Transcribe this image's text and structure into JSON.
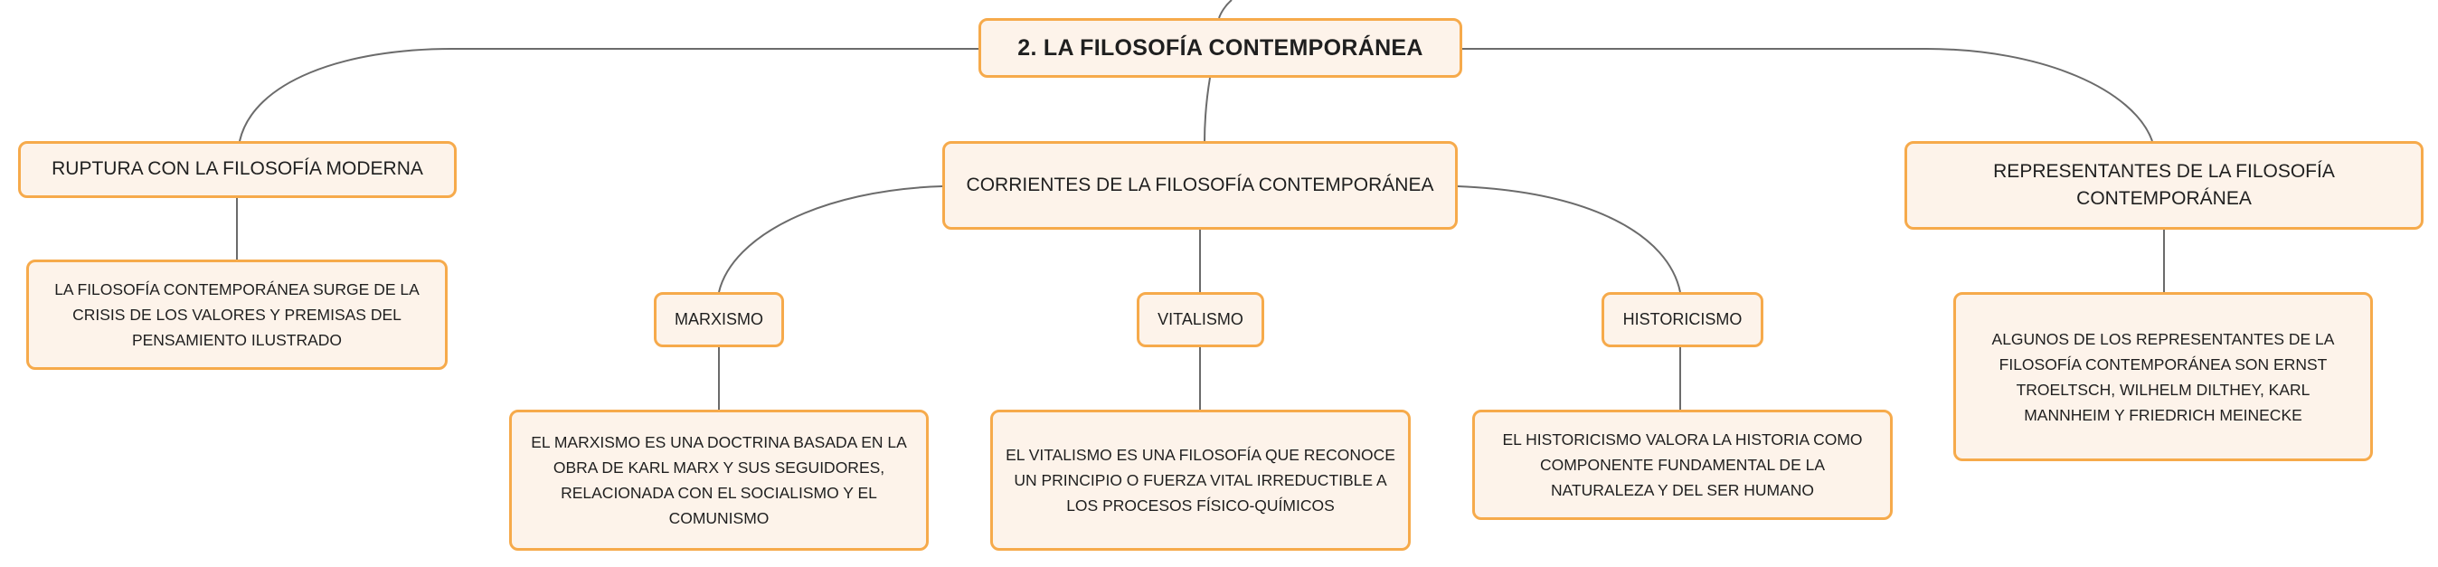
{
  "diagram": {
    "central": {
      "label": "2. LA FILOSOFÍA CONTEMPORÁNEA"
    },
    "branches": [
      {
        "label": "RUPTURA CON LA FILOSOFÍA MODERNA",
        "description": "LA FILOSOFÍA CONTEMPORÁNEA SURGE DE LA CRISIS DE LOS VALORES Y PREMISAS DEL PENSAMIENTO ILUSTRADO"
      },
      {
        "label": "CORRIENTES DE LA FILOSOFÍA CONTEMPORÁNEA",
        "children": [
          {
            "label": "MARXISMO",
            "description": "EL MARXISMO ES UNA DOCTRINA BASADA EN LA OBRA DE KARL MARX Y SUS SEGUIDORES, RELACIONADA CON EL SOCIALISMO Y EL COMUNISMO"
          },
          {
            "label": "VITALISMO",
            "description": "EL VITALISMO ES UNA FILOSOFÍA QUE RECONOCE UN PRINCIPIO O FUERZA VITAL IRREDUCTIBLE A LOS PROCESOS FÍSICO-QUÍMICOS"
          },
          {
            "label": "HISTORICISMO",
            "description": "EL HISTORICISMO VALORA LA HISTORIA COMO COMPONENTE FUNDAMENTAL DE LA NATURALEZA Y DEL SER HUMANO"
          }
        ]
      },
      {
        "label": "REPRESENTANTES DE LA FILOSOFÍA CONTEMPORÁNEA",
        "description": "ALGUNOS DE LOS REPRESENTANTES DE LA FILOSOFÍA CONTEMPORÁNEA SON ERNST TROELTSCH, WILHELM DILTHEY, KARL MANNHEIM Y FRIEDRICH MEINECKE"
      }
    ]
  },
  "colors": {
    "node_fill": "#fdf3ea",
    "node_border": "#f6aa4b",
    "connector": "#6b6b6b",
    "text": "#1f1f1f"
  }
}
